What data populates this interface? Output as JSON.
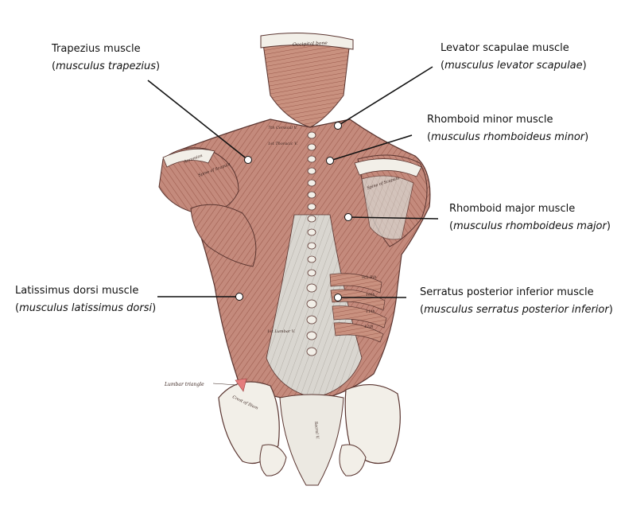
{
  "figure": {
    "labels": [
      {
        "id": "trapezius",
        "name": "Trapezius muscle",
        "latin": "musculus trapezius"
      },
      {
        "id": "levator",
        "name": "Levator scapulae muscle",
        "latin": "musculus levator scapulae"
      },
      {
        "id": "rh-minor",
        "name": "Rhomboid minor muscle",
        "latin": "musculus rhomboideus minor"
      },
      {
        "id": "rh-major",
        "name": "Rhomboid major muscle",
        "latin": "musculus rhomboideus major"
      },
      {
        "id": "latissimus",
        "name": "Latissimus dorsi muscle",
        "latin": "musculus latissimus dorsi"
      },
      {
        "id": "serratus",
        "name": "Serratus posterior inferior muscle",
        "latin": "musculus serratus posterior inferior"
      }
    ],
    "illustration_text": {
      "occipital": "Occipital bone",
      "c7": "7th Cervical V.",
      "t1": "1st Thoracic V.",
      "acromion_l": "Acromion",
      "spine_l": "Spine of Scapula",
      "spine_r": "Spine of Scapula",
      "rib9": "9th Rib",
      "rib10": "10th",
      "rib11": "11th",
      "rib12": "12th",
      "lumbar1": "1st Lumbar V.",
      "lumbar_triangle": "Lumbar triangle",
      "crest": "Crest of Ilium",
      "sacral": "Sacral V."
    },
    "colors": {
      "muscle": "#c48a7c",
      "muscle_dark": "#8f5246",
      "fascia": "#d9d6d0",
      "bone": "#f2efe8",
      "lumbar_triangle": "#e47d7d",
      "leader": "#111111",
      "marker": "#ffffff"
    }
  }
}
